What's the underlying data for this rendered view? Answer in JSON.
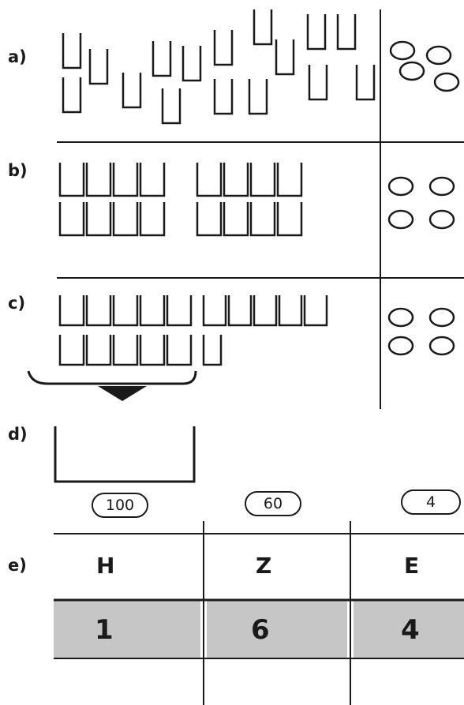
{
  "labels": {
    "a": "a)",
    "b": "b)",
    "c": "c)",
    "d": "d)",
    "e": "e)"
  },
  "places": {
    "values": [
      "100",
      "60",
      "4"
    ],
    "headers": [
      "H",
      "Z",
      "E"
    ],
    "digits": [
      "1",
      "6",
      "4"
    ]
  },
  "colors": {
    "ink": "#1a1a1a",
    "shade": "#c6c6c6"
  }
}
